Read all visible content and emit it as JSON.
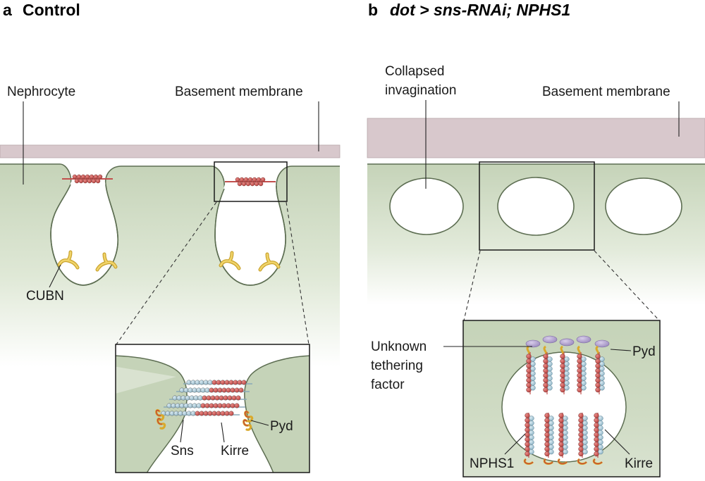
{
  "panel_a": {
    "letter": "a",
    "title": "Control",
    "labels": {
      "nephrocyte": "Nephrocyte",
      "basement_membrane": "Basement membrane",
      "cubn": "CUBN",
      "sns": "Sns",
      "kirre": "Kirre",
      "pyd": "Pyd"
    }
  },
  "panel_b": {
    "letter": "b",
    "title_genotype": "dot > sns-RNAi; NPHS1",
    "labels": {
      "collapsed_line1": "Collapsed",
      "collapsed_line2": "invagination",
      "basement_membrane": "Basement membrane",
      "unknown_line1": "Unknown",
      "unknown_line2": "tethering",
      "unknown_line3": "factor",
      "pyd": "Pyd",
      "nphs1": "NPHS1",
      "kirre": "Kirre"
    }
  },
  "colors": {
    "cytoplasm": "#c9d6bd",
    "cell_edge": "#5d6e52",
    "basement_membrane": "#d8c8cc",
    "red_bead": "#c2504e",
    "blue_bead": "#a9c9d6",
    "yellow_anchor": "#e8c54a",
    "purple_factor": "#b4a5cf"
  }
}
